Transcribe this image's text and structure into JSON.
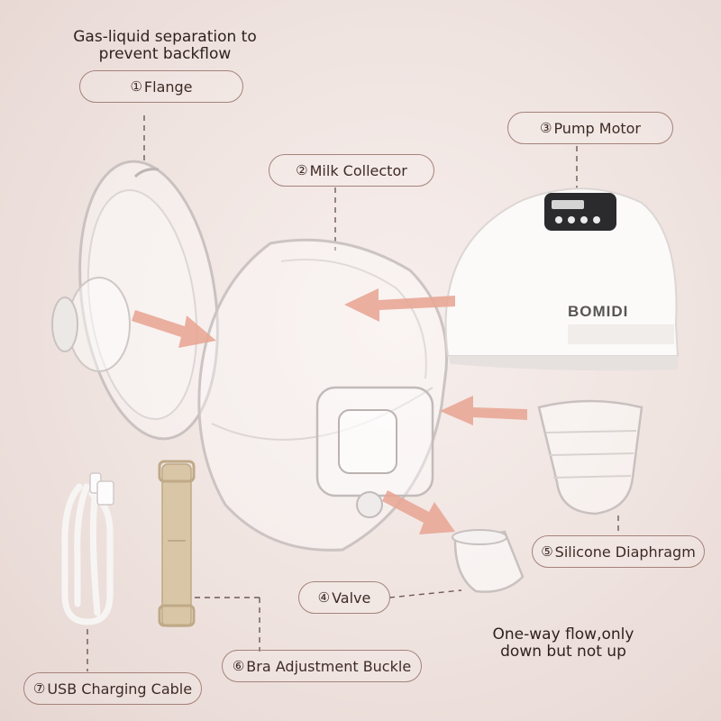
{
  "captions": {
    "gas_liquid": [
      "Gas-liquid separation to",
      "prevent backflow"
    ],
    "one_way": [
      "One-way flow,only",
      "down but not up"
    ]
  },
  "labels": {
    "flange": {
      "num": "①",
      "text": "Flange"
    },
    "milk_collector": {
      "num": "②",
      "text": "Milk Collector"
    },
    "pump_motor": {
      "num": "③",
      "text": "Pump Motor"
    },
    "valve": {
      "num": "④",
      "text": "Valve"
    },
    "silicone_diaphragm": {
      "num": "⑤",
      "text": "Silicone Diaphragm"
    },
    "bra_buckle": {
      "num": "⑥",
      "text": "Bra Adjustment Buckle"
    },
    "usb_cable": {
      "num": "⑦",
      "text": "USB Charging Cable"
    }
  },
  "brand": "BOMIDI",
  "colors": {
    "label_border": "#a5827b",
    "arrow": "#e8a796",
    "strap": "#d8c6a6"
  }
}
